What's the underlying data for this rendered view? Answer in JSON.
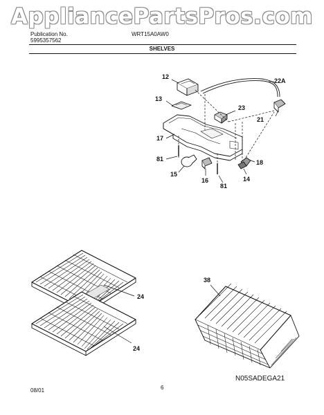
{
  "watermark": "AppliancePartsPros.com",
  "header": {
    "publication_label": "Publication No.",
    "publication_number": "5995357562",
    "model": "WRT15A0AW0",
    "section_title": "SHELVES"
  },
  "callouts": {
    "c12": "12",
    "c13": "13",
    "c17": "17",
    "c81a": "81",
    "c15": "15",
    "c16": "16",
    "c81b": "81",
    "c14": "14",
    "c18": "18",
    "c21": "21",
    "c23": "23",
    "c22a": "22A",
    "c24a": "24",
    "c24b": "24",
    "c38": "38"
  },
  "diagram_code": "N05SADEGA21",
  "footer": {
    "date": "08/01",
    "page": "6"
  }
}
